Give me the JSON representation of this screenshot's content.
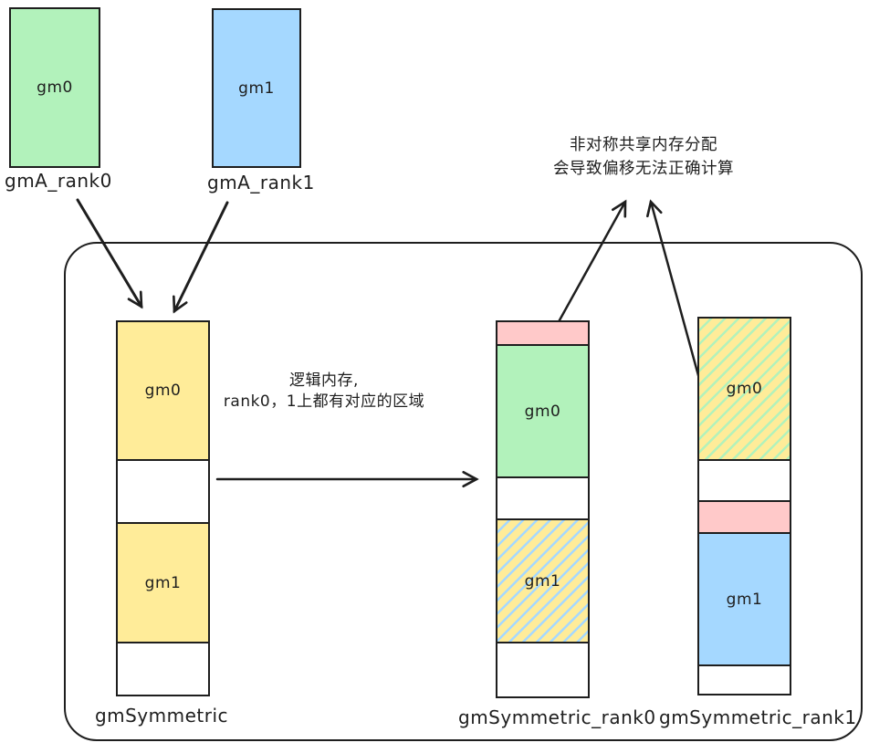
{
  "top_blocks": {
    "rank0": {
      "label": "gm0",
      "caption": "gmA_rank0"
    },
    "rank1": {
      "label": "gm1",
      "caption": "gmA_rank1"
    }
  },
  "columns": {
    "symmetric": {
      "gm0_label": "gm0",
      "gm1_label": "gm1",
      "caption": "gmSymmetric"
    },
    "rank0": {
      "gm0_label": "gm0",
      "gm1_label": "gm1",
      "caption": "gmSymmetric_rank0"
    },
    "rank1": {
      "gm0_label": "gm0",
      "gm1_label": "gm1",
      "caption": "gmSymmetric_rank1"
    }
  },
  "annotations": {
    "asymmetric_line1": "非对称共享内存分配",
    "asymmetric_line2": "会导致偏移无法正确计算",
    "logical_line1": "逻辑内存,",
    "logical_line2": "rank0，1上都有对应的区域"
  },
  "colors": {
    "green_fill": "#b2f2bb",
    "blue_fill": "#a5d8ff",
    "yellow_fill": "#ffec99",
    "pink_fill": "#ffc9c9",
    "hatch_blue_line": "#a5d8ff",
    "hatch_green_line": "#b2f2bb",
    "stroke": "#1e1e1e"
  }
}
